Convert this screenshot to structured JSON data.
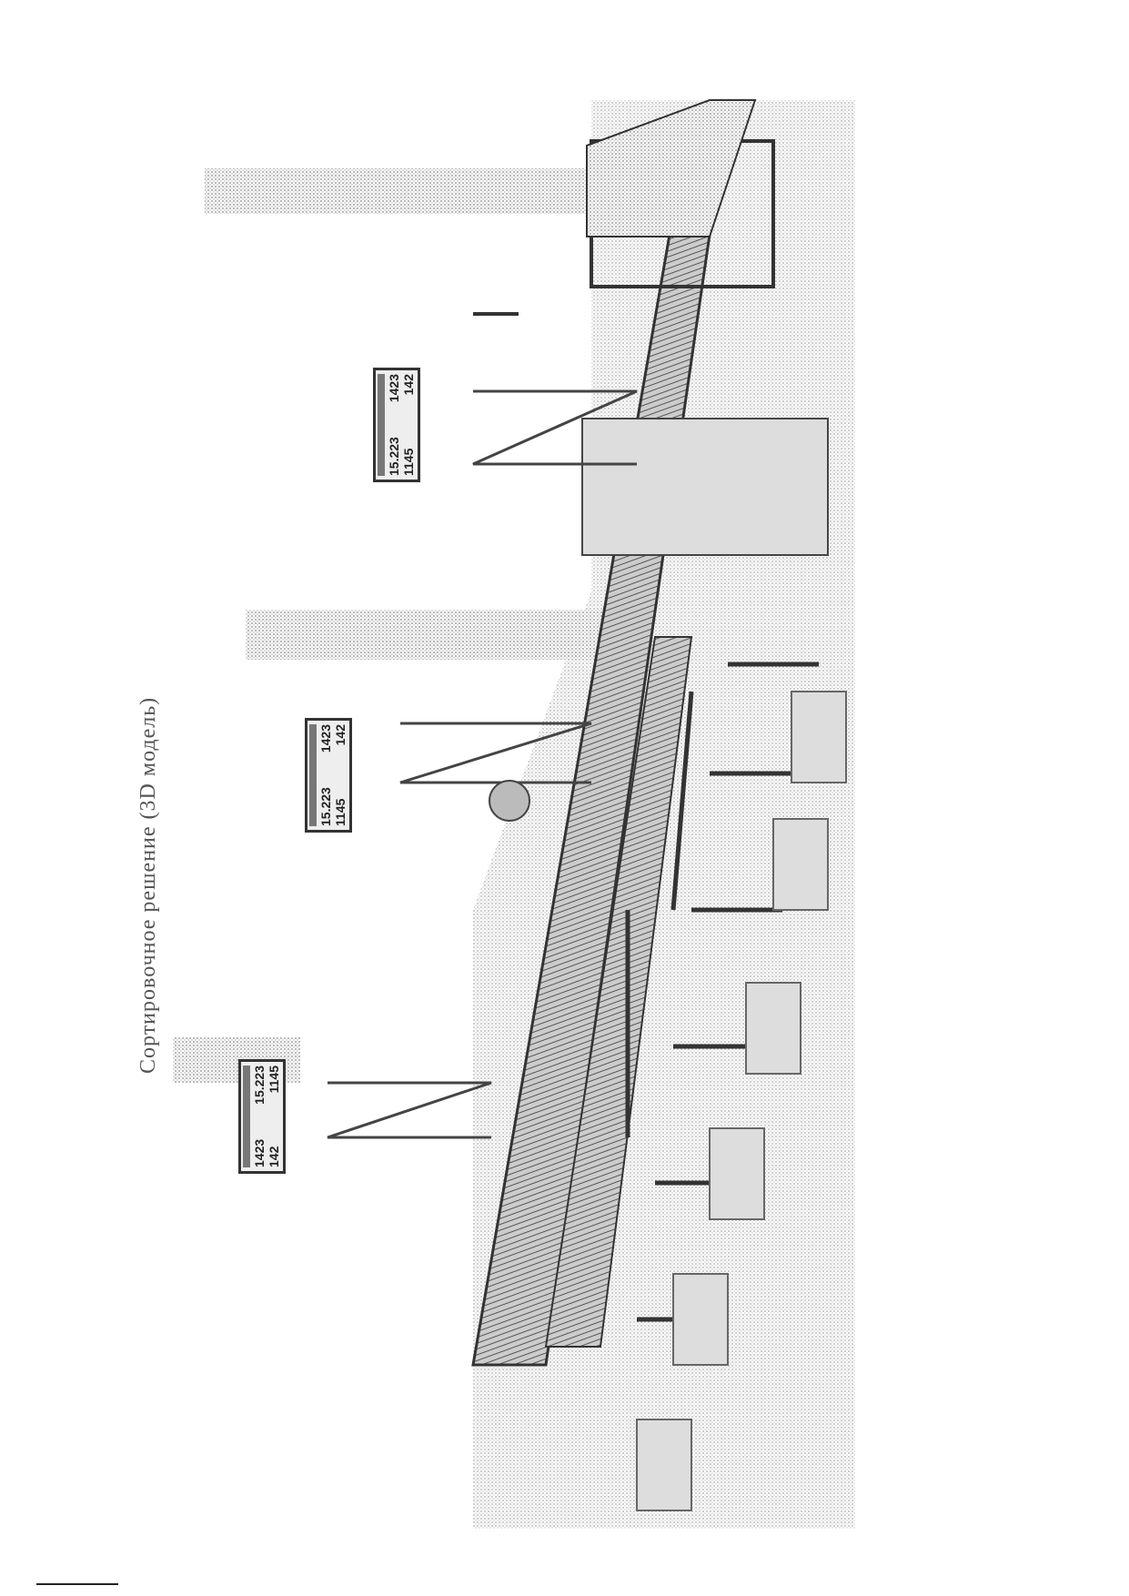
{
  "caption": "Сортировочное решение (3D модель)",
  "signs": [
    {
      "values": [
        "15.223",
        "1423",
        "1145",
        "142"
      ]
    },
    {
      "values": [
        "15.223",
        "1423",
        "1145",
        "142"
      ]
    },
    {
      "values": [
        "1423",
        "15.223",
        "142",
        "1145"
      ]
    }
  ],
  "colors": {
    "ink": "#333333",
    "halftone": "#bdbdbd",
    "paper": "#ffffff"
  }
}
